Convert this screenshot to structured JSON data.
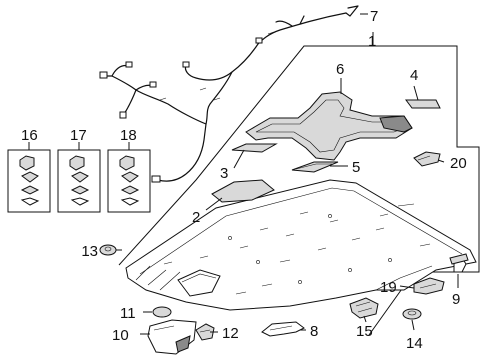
{
  "callouts": {
    "c1": "1",
    "c2": "2",
    "c3": "3",
    "c4": "4",
    "c5": "5",
    "c6": "6",
    "c7": "7",
    "c8": "8",
    "c9": "9",
    "c10": "10",
    "c11": "11",
    "c12": "12",
    "c13": "13",
    "c14": "14",
    "c15": "15",
    "c16": "16",
    "c17": "17",
    "c18": "18",
    "c19": "19",
    "c20": "20"
  },
  "colors": {
    "line": "#111111",
    "fill_light": "#d9d9d9",
    "fill_dark": "#8a8a8a",
    "background": "#ffffff"
  }
}
